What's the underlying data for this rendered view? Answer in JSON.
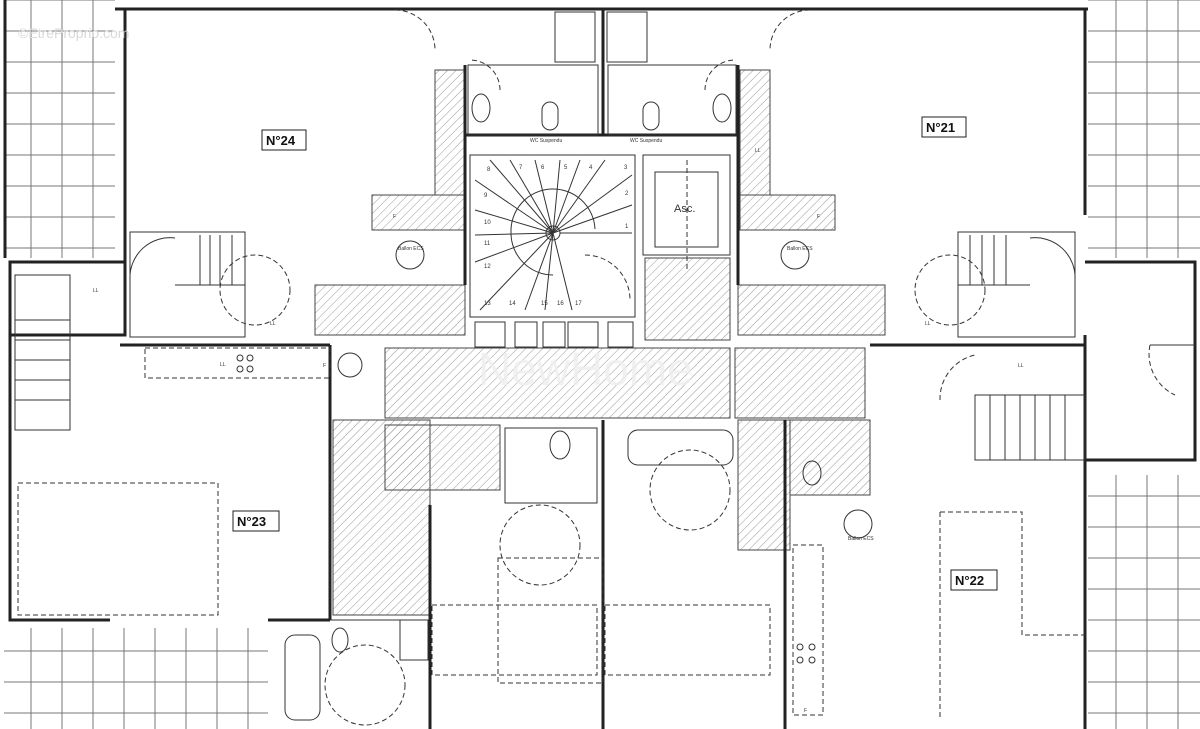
{
  "watermarks": {
    "site": "©EtreProprio.com",
    "brand": "NewHome"
  },
  "apartments": [
    {
      "label": "N°24"
    },
    {
      "label": "N°21"
    },
    {
      "label": "N°23"
    },
    {
      "label": "N°22"
    }
  ],
  "elevator": {
    "label": "Asc."
  },
  "stair_steps": [
    "1",
    "2",
    "3",
    "4",
    "5",
    "6",
    "7",
    "8",
    "9",
    "10",
    "11",
    "12",
    "13",
    "14",
    "15",
    "16",
    "17"
  ],
  "fixture_labels": {
    "wc": "WC Suspendu",
    "boiler": "Ballon ECS",
    "washer": "LL",
    "fridge": "F"
  },
  "colors": {
    "wall": "#222222",
    "hatch": "#999999",
    "terrace_grid": "#666666",
    "label_border": "#222222"
  }
}
